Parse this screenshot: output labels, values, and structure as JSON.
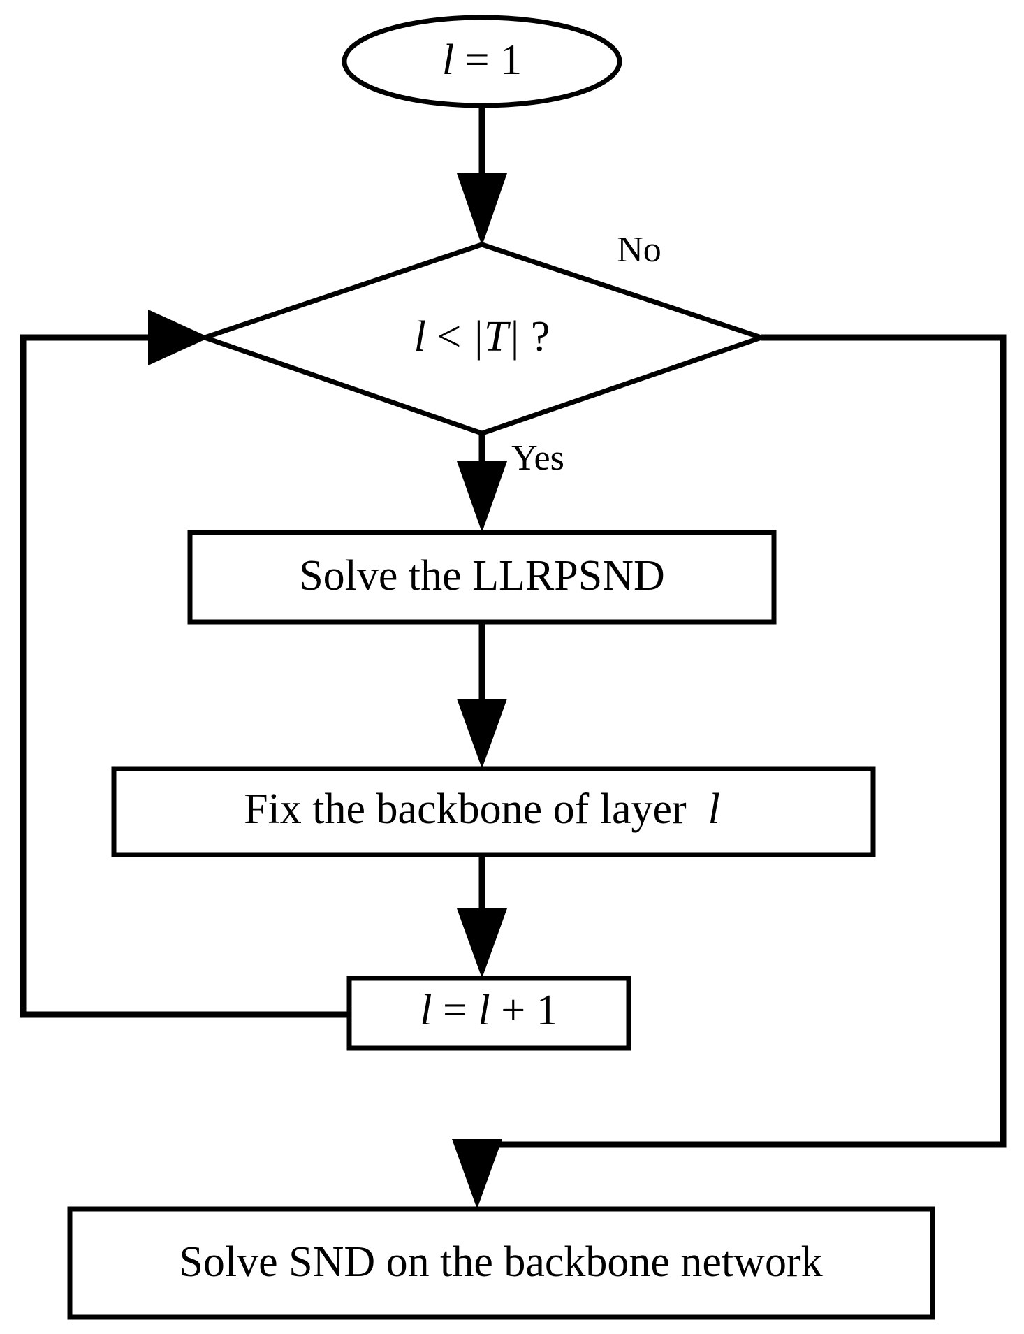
{
  "diagram": {
    "type": "flowchart",
    "title": "Layer-by-layer backbone heuristic flowchart",
    "orientation": "top-to-bottom",
    "background_color": "#ffffff",
    "line_color": "#000000",
    "nodes": [
      {
        "id": "start",
        "shape": "oval",
        "text": "l = 1",
        "text_parts": {
          "var": "l",
          "op": " = ",
          "value": "1"
        }
      },
      {
        "id": "decision",
        "shape": "diamond",
        "text": "l < |T| ?",
        "text_parts": {
          "var": "l",
          "op": " < ",
          "set": "|T|",
          "q": " ?"
        }
      },
      {
        "id": "solve-llrpsnd",
        "shape": "rectangle",
        "text": "Solve the LLRPSND"
      },
      {
        "id": "fix-backbone",
        "shape": "rectangle",
        "text": "Fix the backbone of layer l",
        "text_parts": {
          "plain": "Fix the backbone of layer",
          "var": "l"
        }
      },
      {
        "id": "increment",
        "shape": "rectangle",
        "text": "l = l + 1",
        "text_parts": {
          "var1": "l",
          "op1": " = ",
          "var2": "l",
          "op2": " + ",
          "value": "1"
        }
      },
      {
        "id": "solve-snd",
        "shape": "rectangle",
        "text": "Solve SND on the backbone network"
      }
    ],
    "edges": [
      {
        "id": "start-to-decision",
        "from": "start",
        "to": "decision",
        "label": ""
      },
      {
        "id": "decision-no",
        "from": "decision",
        "to": "solve-snd",
        "label": "No"
      },
      {
        "id": "decision-yes",
        "from": "decision",
        "to": "solve-llrpsnd",
        "label": "Yes"
      },
      {
        "id": "llrpsnd-to-fix",
        "from": "solve-llrpsnd",
        "to": "fix-backbone",
        "label": ""
      },
      {
        "id": "fix-to-increment",
        "from": "fix-backbone",
        "to": "increment",
        "label": ""
      },
      {
        "id": "increment-to-decision",
        "from": "increment",
        "to": "decision",
        "label": ""
      }
    ],
    "edge_labels": {
      "no": "No",
      "yes": "Yes"
    }
  }
}
